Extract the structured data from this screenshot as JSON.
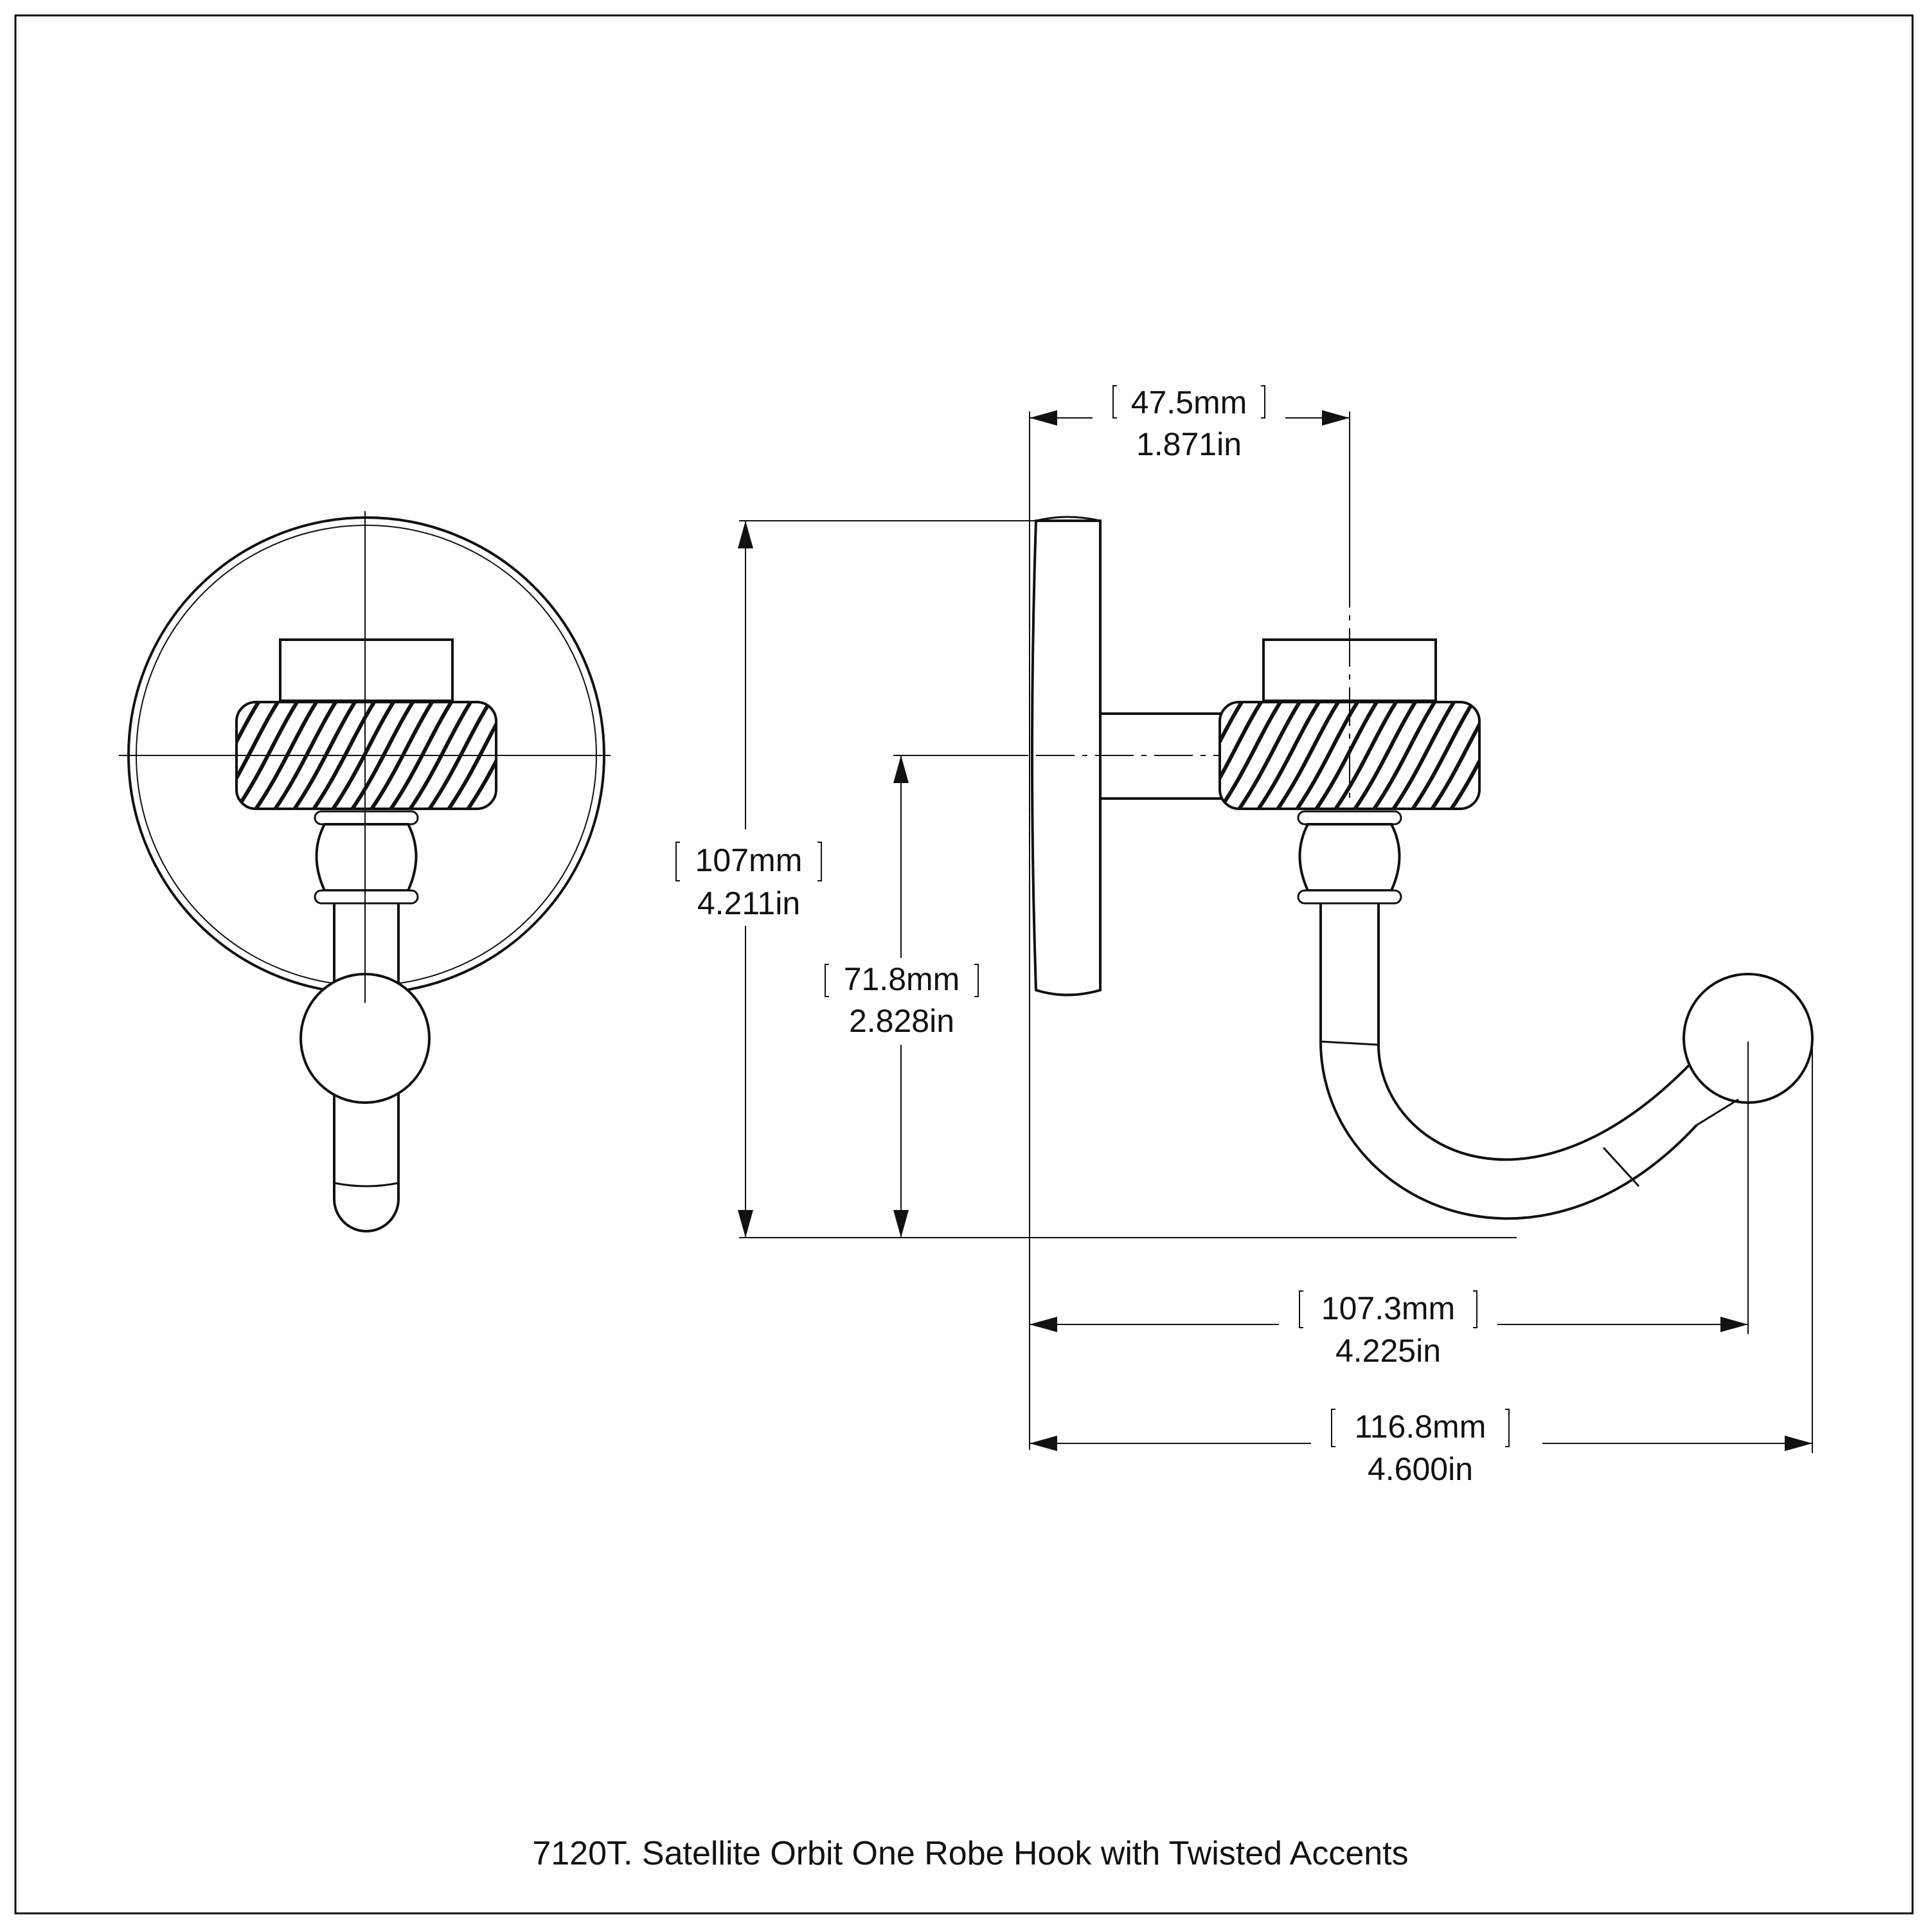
{
  "caption": "7120T. Satellite Orbit One Robe Hook with Twisted Accents",
  "dimensions": {
    "projection": {
      "mm": "47.5mm",
      "in": "1.871in"
    },
    "height": {
      "mm": "107mm",
      "in": "4.211in"
    },
    "mount_height": {
      "mm": "71.8mm",
      "in": "2.828in"
    },
    "hook_reach": {
      "mm": "107.3mm",
      "in": "4.225in"
    },
    "overall_depth": {
      "mm": "116.8mm",
      "in": "4.600in"
    }
  }
}
